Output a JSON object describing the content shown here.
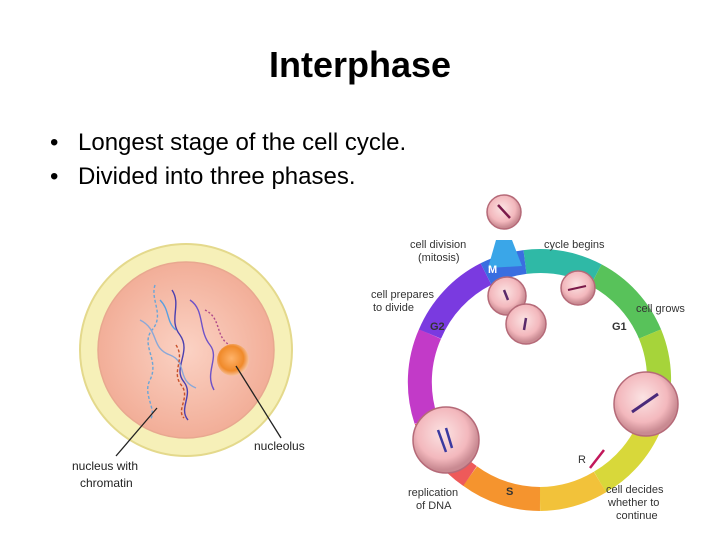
{
  "slide": {
    "title": "Interphase",
    "bullets": [
      "Longest stage of the cell cycle.",
      "Divided into three phases."
    ]
  },
  "cell_figure": {
    "labels": {
      "nucleus": [
        "nucleus with",
        "chromatin"
      ],
      "nucleolus": "nucleolus"
    },
    "colors": {
      "outer_ring": "#f6f0b8",
      "nucleus": "#f7c2b2",
      "nucleolus": "#f08a2a"
    }
  },
  "cycle_figure": {
    "phases": {
      "m": "M",
      "g1": "G1",
      "s": "S",
      "g2": "G2",
      "r": "R"
    },
    "labels": {
      "division": [
        "cell division",
        "(mitosis)"
      ],
      "cycle_begins": "cycle begins",
      "prepares": [
        "cell prepares",
        "to divide"
      ],
      "grows": "cell grows",
      "replication": [
        "replication",
        "of DNA"
      ],
      "decides": [
        "cell decides",
        "whether to",
        "continue"
      ]
    }
  }
}
